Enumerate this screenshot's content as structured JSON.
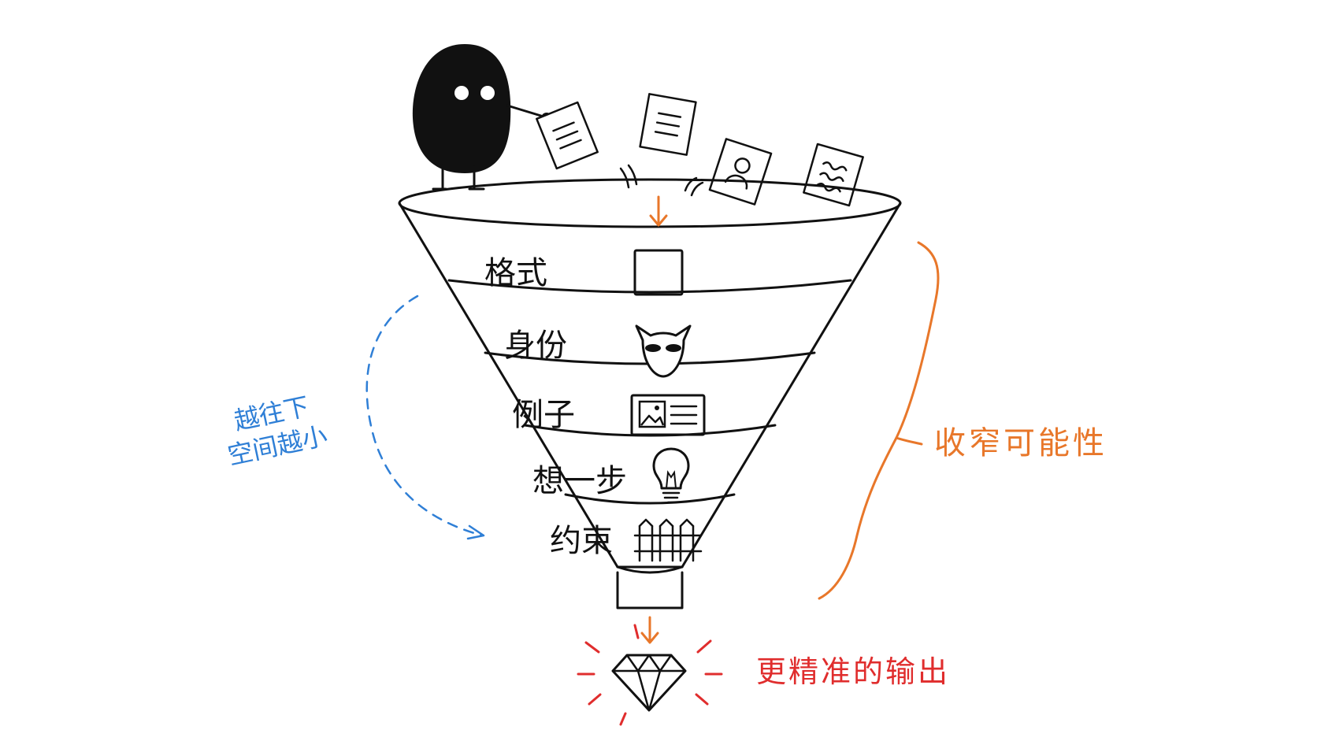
{
  "funnel": {
    "layers": [
      {
        "label": "格式",
        "icon": "square-icon"
      },
      {
        "label": "身份",
        "icon": "mask-icon"
      },
      {
        "label": "例子",
        "icon": "picture-card-icon"
      },
      {
        "label": "想一步",
        "icon": "lightbulb-icon"
      },
      {
        "label": "约束",
        "icon": "fence-icon"
      }
    ]
  },
  "annotations": {
    "left_line1": "越往下",
    "left_line2": "空间越小",
    "right": "收窄可能性",
    "output": "更精准的输出"
  },
  "colors": {
    "ink": "#111111",
    "blue": "#2f7fd6",
    "orange": "#e8772a",
    "red": "#e02d2d"
  }
}
